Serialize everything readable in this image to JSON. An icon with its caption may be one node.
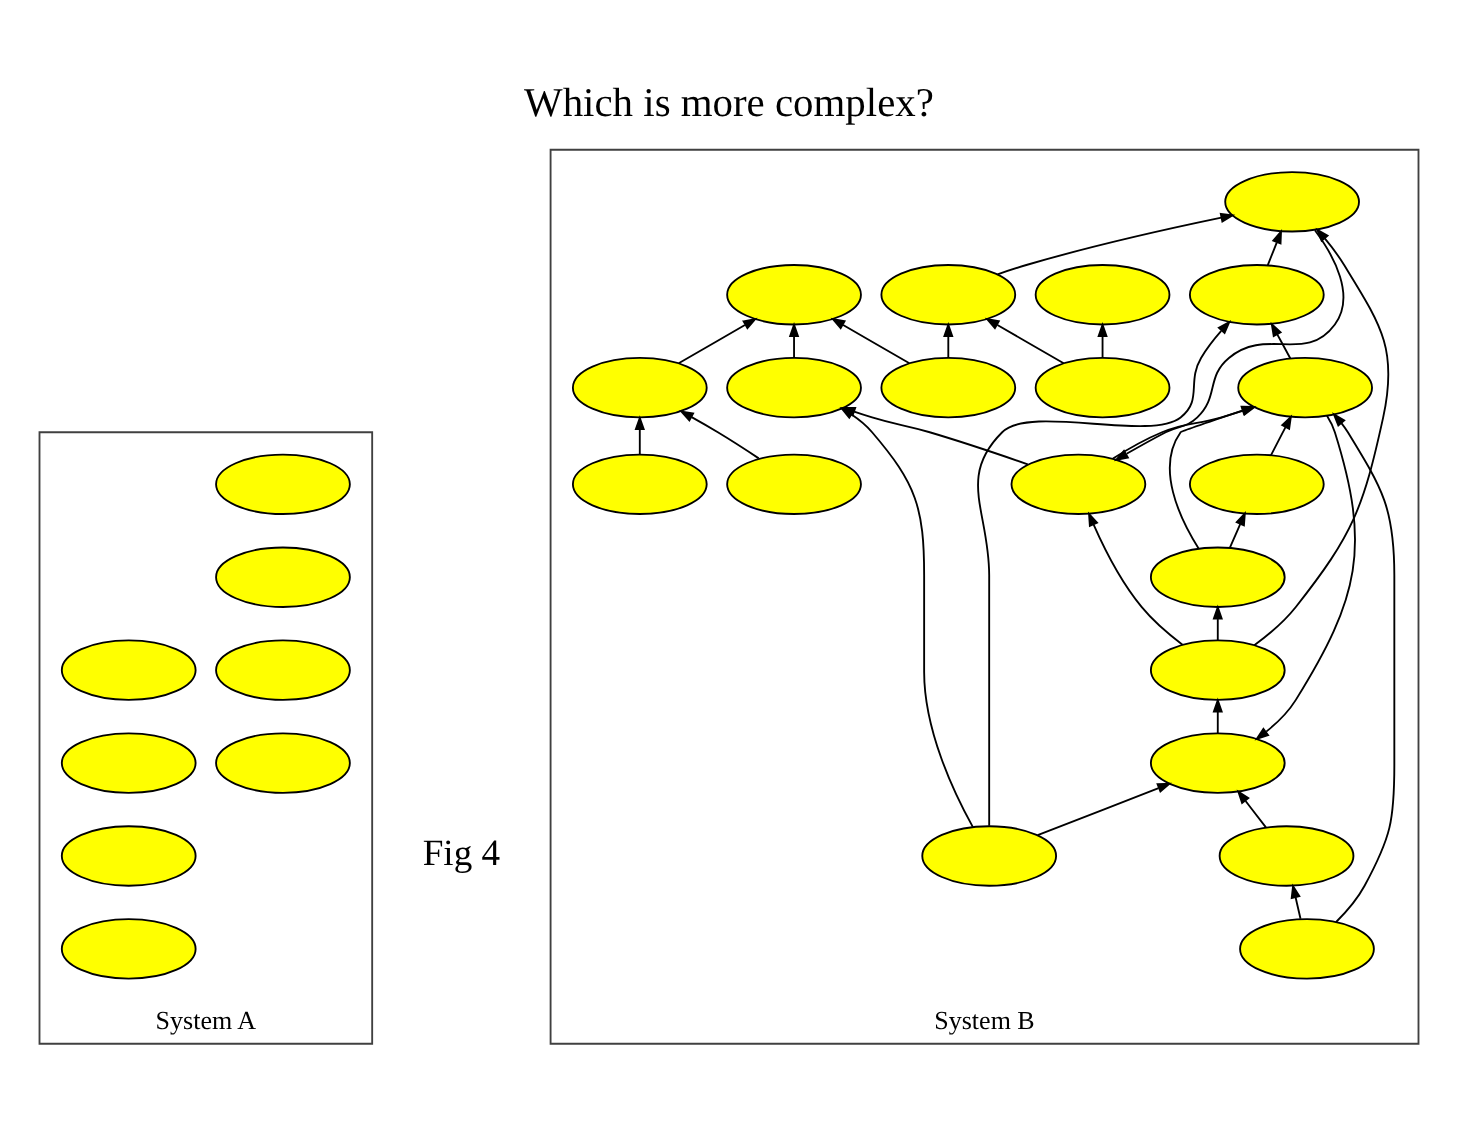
{
  "diagram": {
    "title": "Which is more complex?",
    "caption": "Fig 4",
    "nodes": [
      {
        "text": [
          "System A"
        ]
      },
      {
        "text": [],
        "shape": "ellipse",
        "in": 0
      },
      {
        "text": [],
        "shape": "ellipse",
        "in": 0
      },
      {
        "text": [],
        "shape": "ellipse",
        "in": 0
      },
      {
        "text": [],
        "shape": "ellipse",
        "in": 0
      },
      {
        "text": [],
        "shape": "ellipse",
        "in": 0
      },
      {
        "text": [],
        "shape": "ellipse",
        "in": 0
      },
      {
        "text": [],
        "shape": "ellipse",
        "in": 0
      },
      {
        "text": [],
        "shape": "ellipse",
        "in": 0
      },
      {
        "text": [
          "System B"
        ]
      },
      {
        "text": [],
        "shape": "ellipse",
        "in": 9
      },
      {
        "text": [],
        "shape": "ellipse",
        "in": 9
      },
      {
        "text": [],
        "shape": "ellipse",
        "in": 9
      },
      {
        "text": [],
        "shape": "ellipse",
        "in": 9
      },
      {
        "text": [],
        "shape": "ellipse",
        "in": 9
      },
      {
        "text": [],
        "shape": "ellipse",
        "in": 9
      },
      {
        "text": [],
        "shape": "ellipse",
        "in": 9
      },
      {
        "text": [],
        "shape": "ellipse",
        "in": 9
      },
      {
        "text": [],
        "shape": "ellipse",
        "in": 9
      },
      {
        "text": [],
        "shape": "ellipse",
        "in": 9
      },
      {
        "text": [],
        "shape": "ellipse",
        "in": 9
      },
      {
        "text": [],
        "shape": "ellipse",
        "in": 9
      },
      {
        "text": [],
        "shape": "ellipse",
        "in": 9
      },
      {
        "text": [],
        "shape": "ellipse",
        "in": 9
      },
      {
        "text": [],
        "shape": "ellipse",
        "in": 9
      },
      {
        "text": [],
        "shape": "ellipse",
        "in": 9
      },
      {
        "text": [],
        "shape": "ellipse",
        "in": 9
      },
      {
        "text": [],
        "shape": "ellipse",
        "in": 9
      },
      {
        "text": [],
        "shape": "ellipse",
        "in": 9
      },
      {
        "text": [],
        "shape": "ellipse",
        "in": 9
      }
    ],
    "edges": [
      {
        "from": 10,
        "to": 20,
        "arrow": "to"
      },
      {
        "from": 11,
        "to": 24,
        "arrow": "to"
      },
      {
        "from": 12,
        "to": 19,
        "arrow": "to"
      },
      {
        "from": 12,
        "to": 10,
        "arrow": "to"
      },
      {
        "from": 13,
        "to": 10,
        "arrow": "to"
      },
      {
        "from": 22,
        "to": 10,
        "arrow": "to"
      },
      {
        "from": 22,
        "to": 11,
        "arrow": "to"
      },
      {
        "from": 16,
        "to": 11,
        "arrow": "to"
      },
      {
        "from": 16,
        "to": 12,
        "arrow": "to"
      },
      {
        "from": 14,
        "to": 13,
        "arrow": "to"
      },
      {
        "from": 14,
        "to": 12,
        "arrow": "to"
      },
      {
        "from": 15,
        "to": 12,
        "arrow": "to"
      },
      {
        "from": 17,
        "to": 12,
        "arrow": "to"
      },
      {
        "from": 17,
        "to": 15,
        "arrow": "to"
      },
      {
        "from": 20,
        "to": 17,
        "arrow": "to"
      },
      {
        "from": 20,
        "to": 16,
        "arrow": "to"
      },
      {
        "from": 20,
        "to": 18,
        "arrow": "to"
      },
      {
        "from": 23,
        "to": 18,
        "arrow": "to"
      },
      {
        "from": 18,
        "to": 16,
        "arrow": "to"
      },
      {
        "from": 19,
        "to": 18,
        "arrow": "to"
      },
      {
        "from": 22,
        "to": 19,
        "arrow": "to"
      },
      {
        "from": 25,
        "to": 23,
        "arrow": "to"
      },
      {
        "from": 25,
        "to": 21,
        "arrow": "to"
      },
      {
        "from": 27,
        "to": 24,
        "arrow": "to"
      },
      {
        "from": 27,
        "to": 23,
        "arrow": "to"
      },
      {
        "from": 26,
        "to": 24,
        "arrow": "to"
      },
      {
        "from": 28,
        "to": 26,
        "arrow": "to"
      },
      {
        "from": 29,
        "to": 26,
        "arrow": "to"
      }
    ]
  }
}
